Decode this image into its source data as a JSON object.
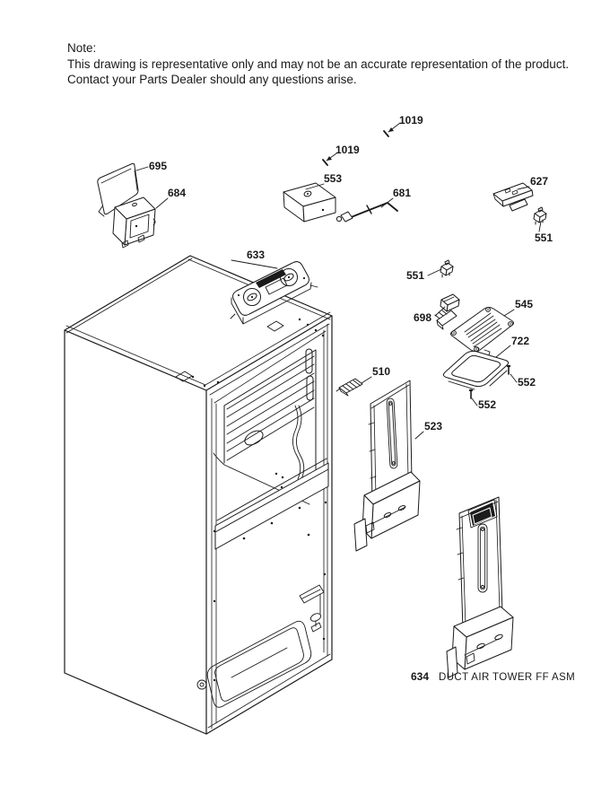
{
  "note": {
    "title": "Note:",
    "line1": "This drawing is representative only and may not be an accurate representation of the product.",
    "line2": "Contact your Parts Dealer should any questions arise."
  },
  "parts": {
    "p1019a": "1019",
    "p1019b": "1019",
    "p695": "695",
    "p684": "684",
    "p553": "553",
    "p681": "681",
    "p627": "627",
    "p551a": "551",
    "p633": "633",
    "p551b": "551",
    "p698": "698",
    "p545": "545",
    "p722": "722",
    "p552a": "552",
    "p552b": "552",
    "p510": "510",
    "p523": "523"
  },
  "assembly": {
    "number": "634",
    "name": "DUCT AIR TOWER FF ASM"
  },
  "colors": {
    "line": "#1a1a1a",
    "background": "#ffffff"
  }
}
